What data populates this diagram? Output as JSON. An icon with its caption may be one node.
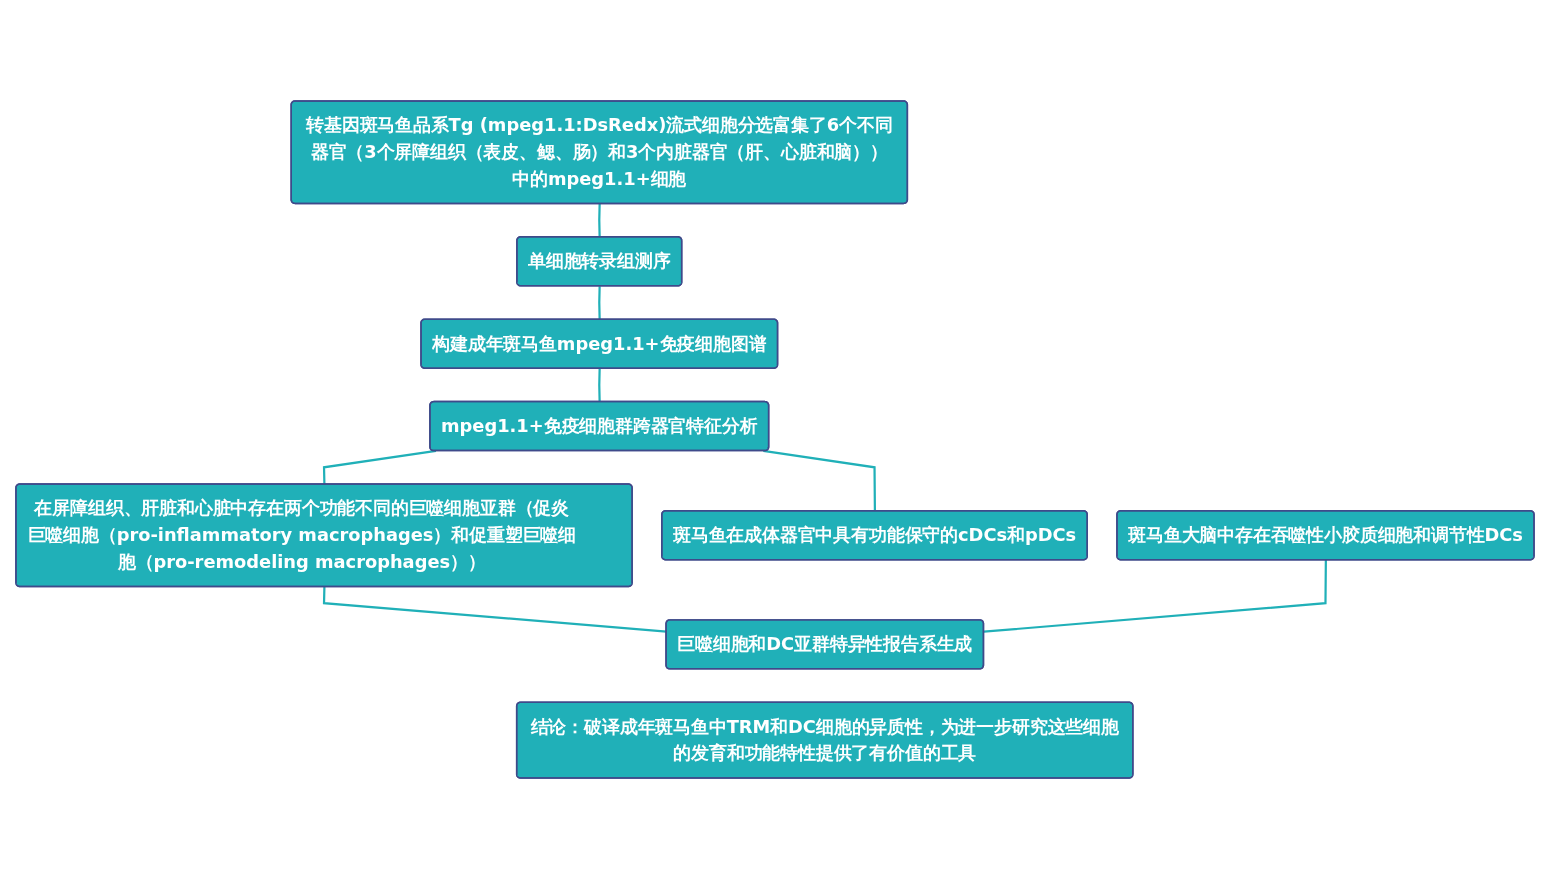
{
  "diagram": {
    "nodes": [
      {
        "text": [
          "转基因斑马鱼品系Tg (mpeg1.1:DsRedx)流式细胞分选富集了6个不同器官（3个屏障组织（表皮、鳃、肠）和3个内脏器官（肝、心脏和脑））中的mpeg1.1+细胞"
        ]
      },
      {
        "text": [
          "单细胞转录组测序"
        ]
      },
      {
        "text": [
          "构建成年斑马鱼mpeg1.1+免疫细胞图谱"
        ]
      },
      {
        "text": [
          "mpeg1.1+免疫细胞群跨器官特征分析"
        ]
      },
      {
        "text": [
          "在屏障组织、肝脏和心脏中存在两个功能不同的巨噬细胞亚群（促炎巨噬细胞（pro-inflammatory macrophages）和促重塑巨噬细胞（pro-remodeling macrophages））"
        ]
      },
      {
        "text": [
          "斑马鱼在成体器官中具有功能保守的cDCs和pDCs"
        ]
      },
      {
        "text": [
          "斑马鱼大脑中存在吞噬性小胶质细胞和调节性DCs"
        ]
      },
      {
        "text": [
          "巨噬细胞和DC亚群特异性报告系生成"
        ]
      },
      {
        "text": [
          "结论：破译成年斑马鱼中TRM和DC细胞的异质性，为进一步研究这些细胞的发育和功能特性提供了有价值的工具"
        ]
      }
    ],
    "edges": [
      {
        "from": 0,
        "to": 1,
        "arrow": "none"
      },
      {
        "from": 1,
        "to": 2,
        "arrow": "none"
      },
      {
        "from": 2,
        "to": 3,
        "arrow": "none"
      },
      {
        "from": 3,
        "to": 4,
        "arrow": "none"
      },
      {
        "from": 3,
        "to": 5,
        "arrow": "none"
      },
      {
        "from": 4,
        "to": 7,
        "arrow": "none"
      },
      {
        "from": 6,
        "to": 7,
        "arrow": "none"
      }
    ]
  }
}
